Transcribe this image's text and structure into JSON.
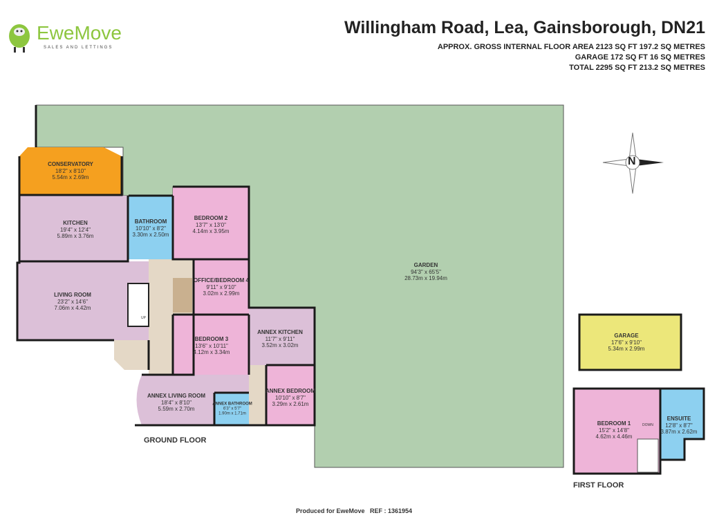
{
  "logo": {
    "brand": "EweMove",
    "tagline": "SALES AND LETTINGS",
    "colors": {
      "green": "#8dc63f",
      "grey": "#444444"
    }
  },
  "header": {
    "title": "Willingham Road, Lea, Gainsborough, DN21",
    "area_lines": [
      "APPROX. GROSS INTERNAL FLOOR AREA 2123 SQ FT 197.2 SQ METRES",
      "GARAGE 172 SQ FT 16 SQ METRES",
      "TOTAL 2295 SQ FT 213.2 SQ METRES"
    ]
  },
  "compass": {
    "letter": "N",
    "icon": "compass-rose-icon"
  },
  "rooms": {
    "conservatory": {
      "name": "CONSERVATORY",
      "imperial": "18'2\" x 8'10\"",
      "metric": "5.54m x 2.69m"
    },
    "kitchen": {
      "name": "KITCHEN",
      "imperial": "19'4\" x 12'4\"",
      "metric": "5.89m x 3.76m"
    },
    "bathroom": {
      "name": "BATHROOM",
      "imperial": "10'10\" x 8'2\"",
      "metric": "3.30m x 2.50m"
    },
    "bedroom2": {
      "name": "BEDROOM 2",
      "imperial": "13'7\" x 13'0\"",
      "metric": "4.14m x 3.95m"
    },
    "office": {
      "name": "OFFICE/BEDROOM 4",
      "imperial": "9'11\" x 9'10\"",
      "metric": "3.02m x 2.99m"
    },
    "living": {
      "name": "LIVING ROOM",
      "imperial": "23'2\" x 14'6\"",
      "metric": "7.06m x 4.42m"
    },
    "bedroom3": {
      "name": "BEDROOM 3",
      "imperial": "13'6\" x 10'11\"",
      "metric": "4.12m x 3.34m"
    },
    "annex_kitchen": {
      "name": "ANNEX KITCHEN",
      "imperial": "11'7\" x 9'11\"",
      "metric": "3.52m x 3.02m"
    },
    "annex_living": {
      "name": "ANNEX LIVING ROOM",
      "imperial": "18'4\" x 8'10\"",
      "metric": "5.59m x 2.70m"
    },
    "annex_bathroom": {
      "name": "ANNEX BATHROOM",
      "imperial": "6'3\" x 5'7\"",
      "metric": "1.90m x 1.71m"
    },
    "annex_bedroom": {
      "name": "ANNEX BEDROOM",
      "imperial": "10'10\" x 8'7\"",
      "metric": "3.29m x 2.61m"
    },
    "garden": {
      "name": "GARDEN",
      "imperial": "94'3\" x 65'5\"",
      "metric": "28.73m x 19.94m"
    },
    "garage": {
      "name": "GARAGE",
      "imperial": "17'6\" x 9'10\"",
      "metric": "5.34m x 2.99m"
    },
    "bedroom1": {
      "name": "BEDROOM 1",
      "imperial": "15'2\" x 14'8\"",
      "metric": "4.62m x 4.46m"
    },
    "ensuite": {
      "name": "ENSUITE",
      "imperial": "12'8\" x 8'7\"",
      "metric": "3.87m x 2.62m"
    }
  },
  "stair_labels": {
    "up": "UP",
    "down": "DOWN"
  },
  "floors": {
    "ground": "GROUND FLOOR",
    "first": "FIRST FLOOR"
  },
  "footer": "Produced for EweMove   REF : 1361954",
  "colors": {
    "garden": "#b2cfaf",
    "conservatory": "#f5a01f",
    "reception": "#dcc0d8",
    "bedroom": "#eeb4d8",
    "bathroom": "#8dd0f0",
    "hall": "#e4d8c6",
    "garage": "#ece77a",
    "wall": "#1a1a1a"
  }
}
